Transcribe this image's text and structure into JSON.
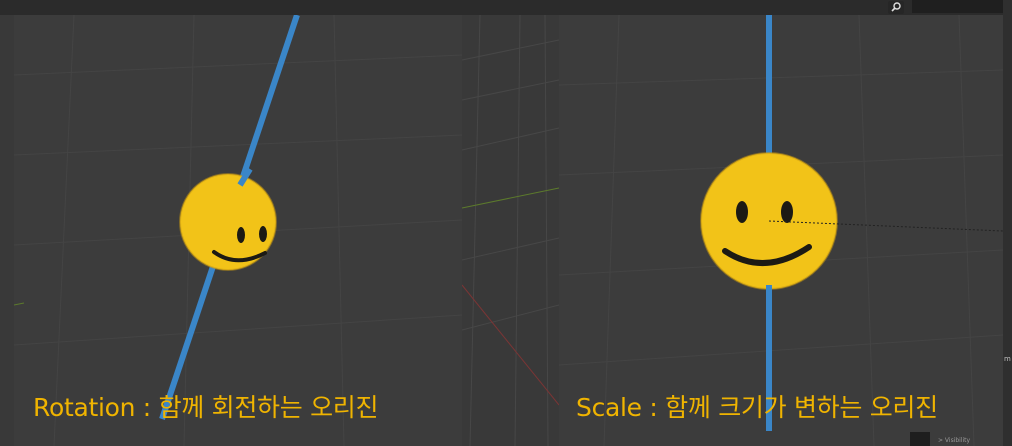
{
  "panels": {
    "left": {
      "caption": "Rotation : 함께 회전하는 오리진"
    },
    "right": {
      "caption": "Scale : 함께 크기가 변하는 오리진"
    }
  },
  "edge_text": {
    "visibility": "> Visibility",
    "m": "m"
  },
  "icons": {
    "zoom": "zoom-icon"
  },
  "colors": {
    "caption": "#f0b400",
    "origin_axis": "#3a86c8",
    "smiley_fill": "#f2c318",
    "smiley_features": "#1c1a14",
    "viewport": "#3c3c3c"
  }
}
